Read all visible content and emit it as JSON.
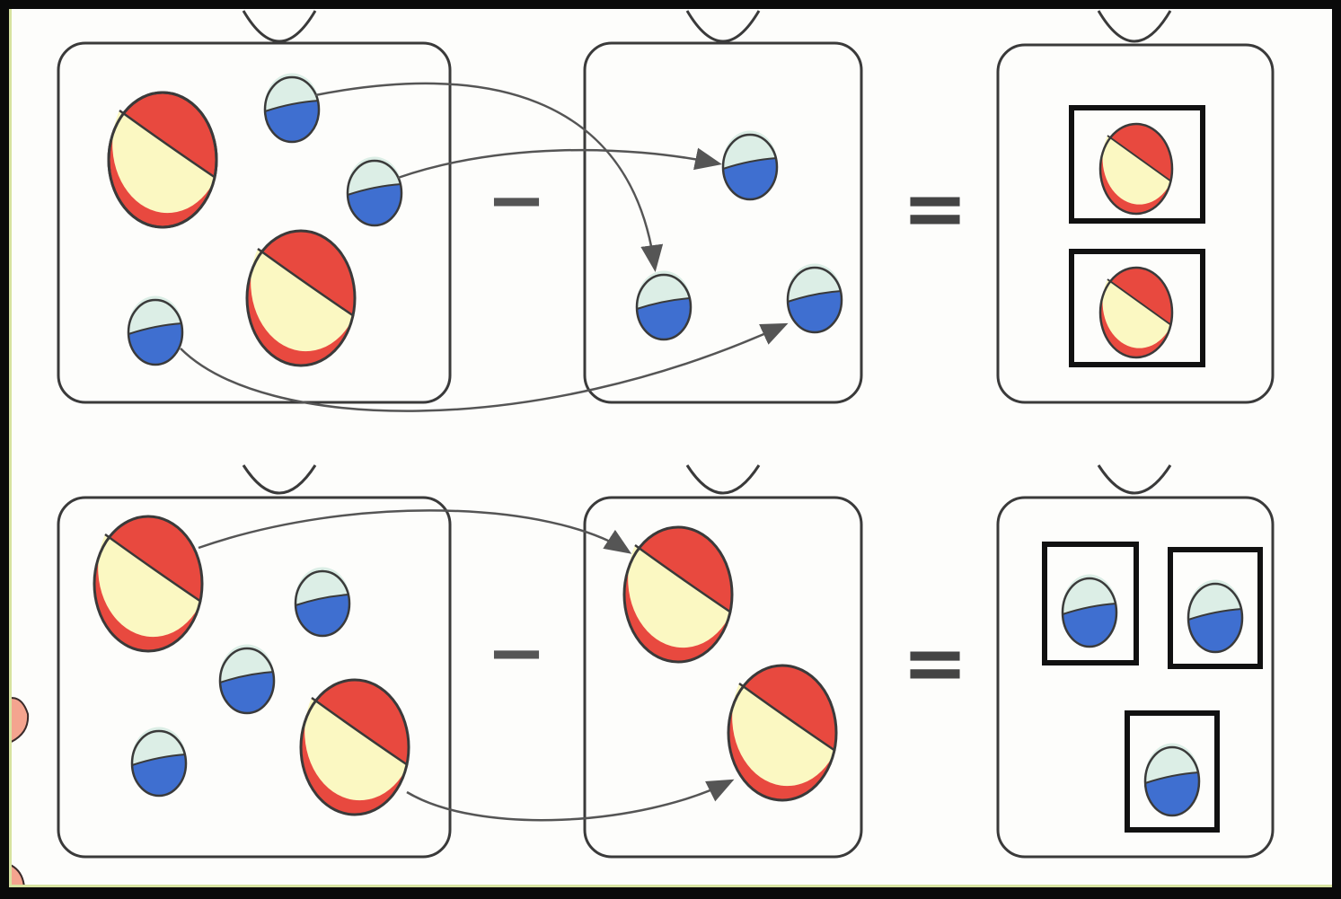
{
  "colors": {
    "background": "#fdfdfb",
    "frame": "#0a0a0a",
    "frame_accent": "#d7e3a0",
    "outline": "#3a3a3a",
    "red": "#e8493f",
    "red_dark": "#c5322b",
    "yellow": "#fbf8c2",
    "blue": "#3f6fd0",
    "blue_light": "#dceee6",
    "highlight_box": "#111111",
    "hand": "#f4a48f"
  },
  "diagram": {
    "operators": {
      "minus": "−",
      "equals": "="
    },
    "rows": [
      {
        "name": "row-top",
        "minuend": {
          "large_red_balls": 2,
          "small_blue_balls": 3
        },
        "subtrahend": {
          "small_blue_balls": 3
        },
        "result": {
          "large_red_balls": 2,
          "highlighted": true
        }
      },
      {
        "name": "row-bottom",
        "minuend": {
          "large_red_balls": 2,
          "small_blue_balls": 3
        },
        "subtrahend": {
          "large_red_balls": 2
        },
        "result": {
          "small_blue_balls": 3,
          "highlighted": true
        }
      }
    ]
  }
}
